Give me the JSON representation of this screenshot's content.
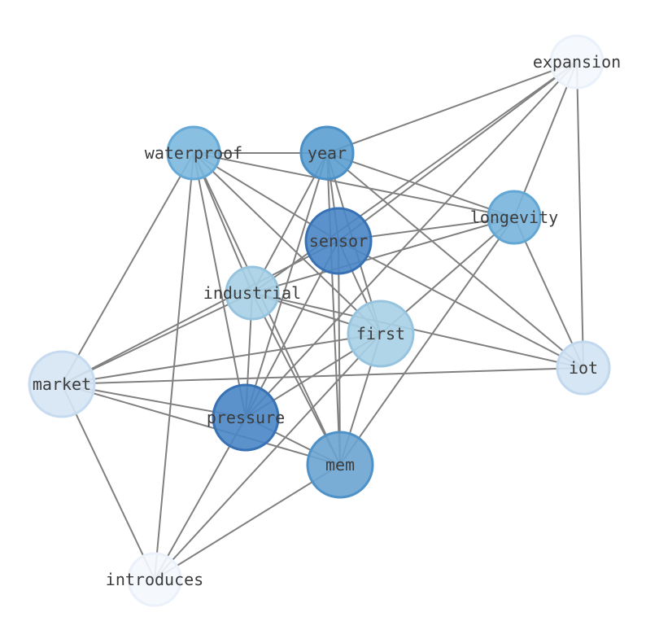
{
  "nodes": [
    {
      "id": "expansion",
      "label": "expansion",
      "color": "#f4f8fd",
      "stroke": "#eaf1fb"
    },
    {
      "id": "waterproof",
      "label": "waterproof",
      "color": "#7cb8de",
      "stroke": "#66a8d6"
    },
    {
      "id": "year",
      "label": "year",
      "color": "#5b9fd0",
      "stroke": "#4a8fc6"
    },
    {
      "id": "longevity",
      "label": "longevity",
      "color": "#78b4dc",
      "stroke": "#62a6d4"
    },
    {
      "id": "sensor",
      "label": "sensor",
      "color": "#4a86c5",
      "stroke": "#3872b4"
    },
    {
      "id": "industrial",
      "label": "industrial",
      "color": "#a8d0e6",
      "stroke": "#96c4df"
    },
    {
      "id": "first",
      "label": "first",
      "color": "#a8d0e6",
      "stroke": "#96c4df"
    },
    {
      "id": "iot",
      "label": "iot",
      "color": "#d2e3f3",
      "stroke": "#c2d8ee"
    },
    {
      "id": "market",
      "label": "market",
      "color": "#d6e5f4",
      "stroke": "#c6dbef"
    },
    {
      "id": "pressure",
      "label": "pressure",
      "color": "#4a86c5",
      "stroke": "#3872b4"
    },
    {
      "id": "mem",
      "label": "mem",
      "color": "#6aa4d1",
      "stroke": "#4f92c7"
    },
    {
      "id": "introduces",
      "label": "introduces",
      "color": "#f4f8fd",
      "stroke": "#eaf1fb"
    }
  ],
  "edges": [
    [
      "expansion",
      "year"
    ],
    [
      "expansion",
      "sensor"
    ],
    [
      "expansion",
      "industrial"
    ],
    [
      "expansion",
      "longevity"
    ],
    [
      "expansion",
      "iot"
    ],
    [
      "expansion",
      "pressure"
    ],
    [
      "waterproof",
      "year"
    ],
    [
      "waterproof",
      "longevity"
    ],
    [
      "waterproof",
      "sensor"
    ],
    [
      "waterproof",
      "industrial"
    ],
    [
      "waterproof",
      "first"
    ],
    [
      "waterproof",
      "market"
    ],
    [
      "waterproof",
      "pressure"
    ],
    [
      "waterproof",
      "mem"
    ],
    [
      "waterproof",
      "introduces"
    ],
    [
      "year",
      "longevity"
    ],
    [
      "year",
      "sensor"
    ],
    [
      "year",
      "industrial"
    ],
    [
      "year",
      "first"
    ],
    [
      "year",
      "iot"
    ],
    [
      "year",
      "pressure"
    ],
    [
      "year",
      "mem"
    ],
    [
      "longevity",
      "sensor"
    ],
    [
      "longevity",
      "industrial"
    ],
    [
      "longevity",
      "first"
    ],
    [
      "longevity",
      "iot"
    ],
    [
      "longevity",
      "mem"
    ],
    [
      "sensor",
      "first"
    ],
    [
      "sensor",
      "iot"
    ],
    [
      "sensor",
      "pressure"
    ],
    [
      "sensor",
      "mem"
    ],
    [
      "sensor",
      "market"
    ],
    [
      "industrial",
      "first"
    ],
    [
      "industrial",
      "iot"
    ],
    [
      "industrial",
      "pressure"
    ],
    [
      "industrial",
      "mem"
    ],
    [
      "industrial",
      "market"
    ],
    [
      "first",
      "market"
    ],
    [
      "first",
      "pressure"
    ],
    [
      "first",
      "mem"
    ],
    [
      "first",
      "introduces"
    ],
    [
      "iot",
      "market"
    ],
    [
      "market",
      "pressure"
    ],
    [
      "market",
      "mem"
    ],
    [
      "market",
      "introduces"
    ],
    [
      "pressure",
      "mem"
    ],
    [
      "pressure",
      "introduces"
    ],
    [
      "mem",
      "introduces"
    ]
  ]
}
